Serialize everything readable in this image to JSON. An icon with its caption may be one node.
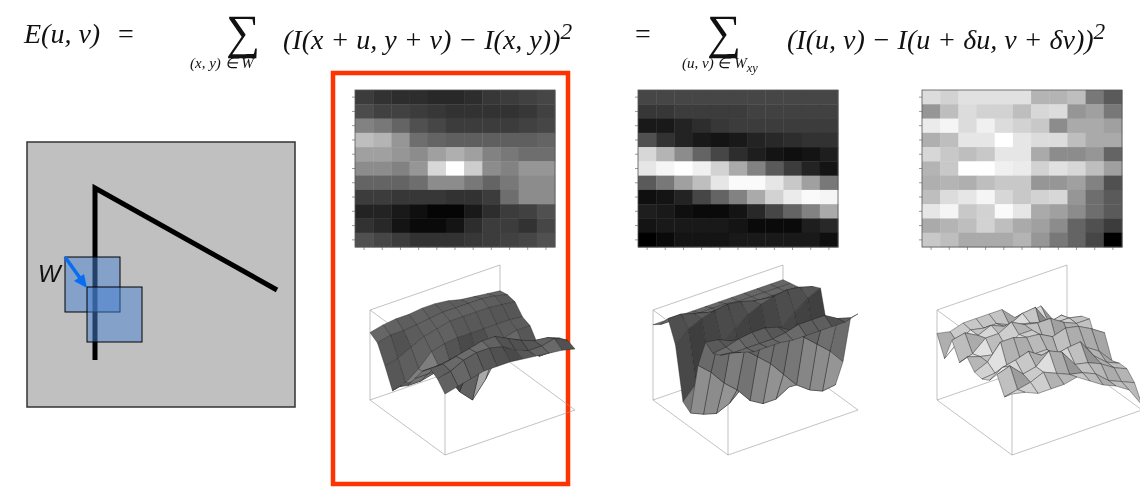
{
  "diagram": {
    "labels": [
      "E(u, v)",
      "=",
      "∑",
      "(x, y) ∈ W",
      "(I(x + u, y + v) − I(x, y))$^{2}$",
      "=",
      "∑",
      "(u, v) ∈ W$_{xy}$",
      "(I(u, v) − I(u + δu, v + δv))$^{2}$",
      "W"
    ]
  }
}
